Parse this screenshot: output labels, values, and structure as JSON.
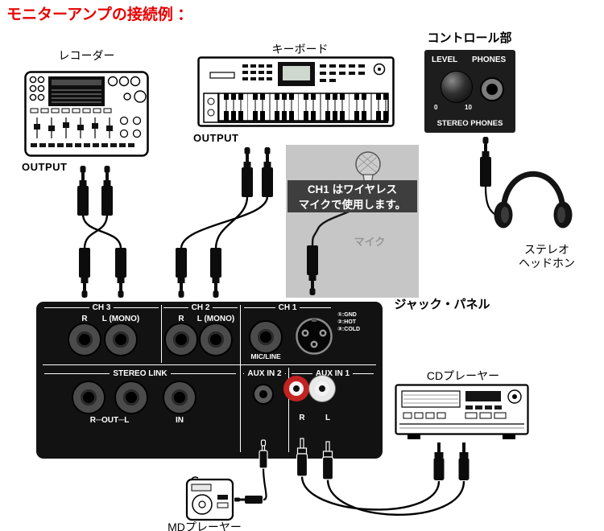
{
  "title": "モニターアンプの接続例 ：",
  "devices": {
    "recorder": {
      "label": "レコーダー",
      "output": "OUTPUT"
    },
    "keyboard": {
      "label": "キーボード",
      "output": "OUTPUT"
    },
    "control": {
      "label": "コントロール部",
      "level": "LEVEL",
      "phones": "PHONES",
      "scale_min": "0",
      "scale_max": "10",
      "footer": "STEREO PHONES"
    },
    "headphones": {
      "label1": "ステレオ",
      "label2": "ヘッドホン"
    },
    "mic": {
      "label": "マイク",
      "note1": "CH1 はワイヤレス",
      "note2": "マイクで使用します。"
    },
    "cd": {
      "label": "CDプレーヤー"
    },
    "md": {
      "label": "MDプレーヤー"
    }
  },
  "panel": {
    "label": "ジャック・パネル",
    "ch3": {
      "title": "CH 3",
      "r": "R",
      "l": "L (MONO)"
    },
    "ch2": {
      "title": "CH 2",
      "r": "R",
      "l": "L (MONO)"
    },
    "ch1": {
      "title": "CH 1",
      "mic_line": "MIC/LINE",
      "pin1": "①:GND",
      "pin2": "②:HOT",
      "pin3": "③:COLD"
    },
    "stereo_link": {
      "title": "STEREO LINK",
      "out": "R─OUT─L",
      "in": "IN"
    },
    "aux2": {
      "title": "AUX IN 2"
    },
    "aux1": {
      "title": "AUX IN 1",
      "r": "R",
      "l": "L"
    }
  },
  "colors": {
    "title_red": "#e60000",
    "panel_dark": "#121212",
    "gray_box": "#c6c6c6",
    "rca_red": "#c32222",
    "callout_bg": "#3e3e3e"
  }
}
